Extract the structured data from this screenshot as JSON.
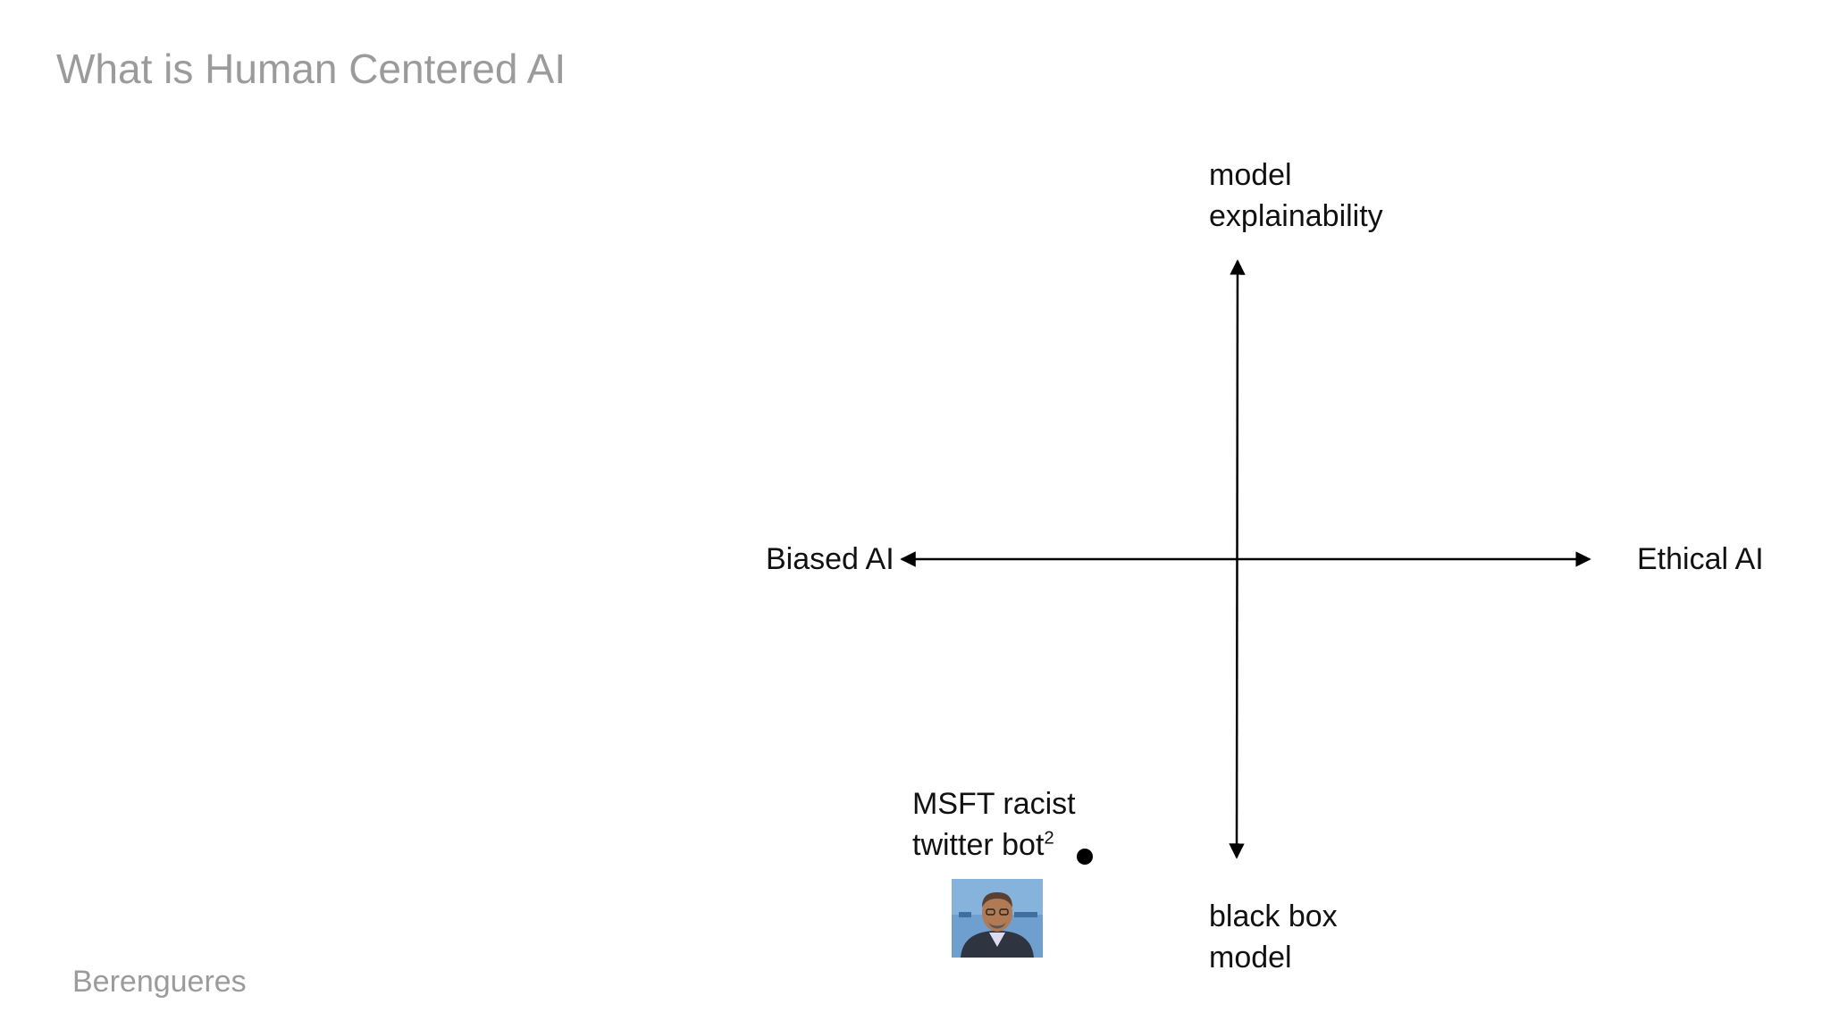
{
  "slide": {
    "title": "What is Human Centered AI",
    "footer": "Berengueres"
  },
  "quadrant": {
    "top_label": [
      "model",
      "explainability"
    ],
    "bottom_label": [
      "black box",
      "model"
    ],
    "left_label": "Biased AI",
    "right_label": "Ethical AI"
  },
  "point": {
    "label_line1": "MSFT racist",
    "label_line2": "twitter bot",
    "footnote": "2"
  },
  "colors": {
    "title": "#9b9b9b",
    "text": "#111111",
    "axis": "#000000"
  }
}
